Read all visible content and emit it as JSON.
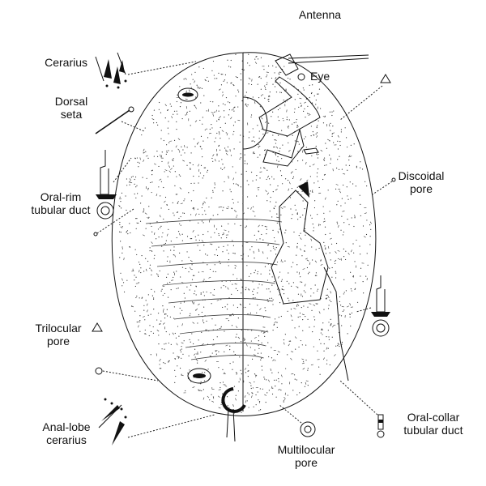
{
  "labels": {
    "cerarius": "Cerarius",
    "dorsal_seta": [
      "Dorsal",
      "seta"
    ],
    "oral_rim_duct": [
      "Oral-rim",
      "tubular duct"
    ],
    "trilocular_pore": [
      "Trilocular",
      "pore"
    ],
    "anal_lobe_cerarius": [
      "Anal-lobe",
      "cerarius"
    ],
    "antenna": "Antenna",
    "eye": "Eye",
    "discoidal_pore": [
      "Discoidal",
      "pore"
    ],
    "oral_collar_duct": [
      "Oral-collar",
      "tubular duct"
    ],
    "multilocular_pore": [
      "Multilocular",
      "pore"
    ]
  },
  "colors": {
    "ink": "#111111",
    "background": "#ffffff"
  }
}
